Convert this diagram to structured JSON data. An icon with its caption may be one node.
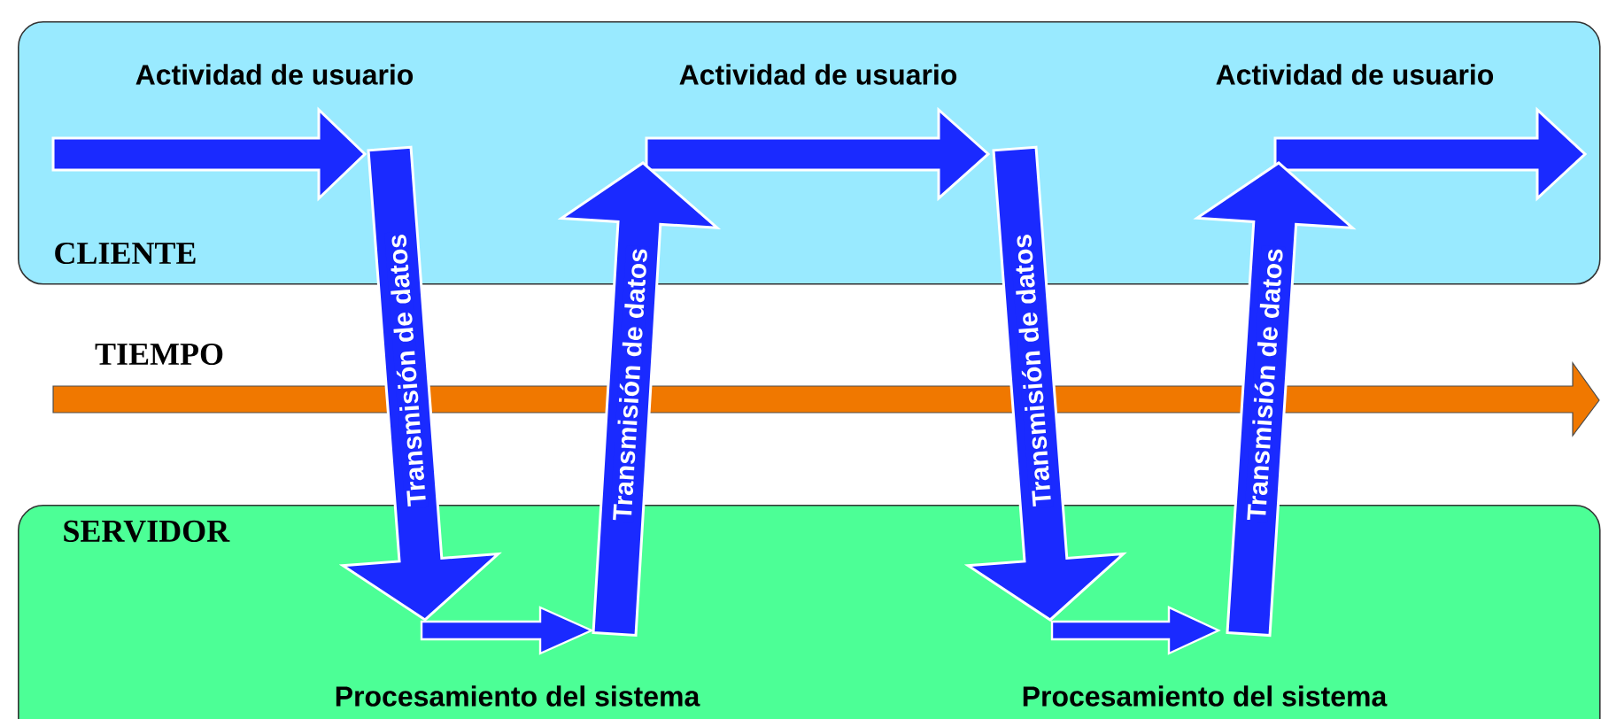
{
  "diagram": {
    "nodes": [
      {
        "text": [
          "CLIENTE"
        ]
      },
      {
        "text": [
          "SERVIDOR"
        ]
      }
    ],
    "edges": [
      {
        "from": 0,
        "to": 1,
        "arrow": "to",
        "label": "Transmisión de datos"
      },
      {
        "from": 1,
        "to": 0,
        "arrow": "to",
        "label": "Transmisión de datos"
      },
      {
        "from": 0,
        "to": 1,
        "arrow": "to",
        "label": "Transmisión de datos"
      },
      {
        "from": 1,
        "to": 0,
        "arrow": "to",
        "label": "Transmisión de datos"
      }
    ],
    "labels": [
      "Actividad de usuario",
      "Actividad de usuario",
      "Actividad de usuario",
      "TIEMPO",
      "Procesamiento del sistema",
      "Procesamiento del sistema"
    ]
  }
}
